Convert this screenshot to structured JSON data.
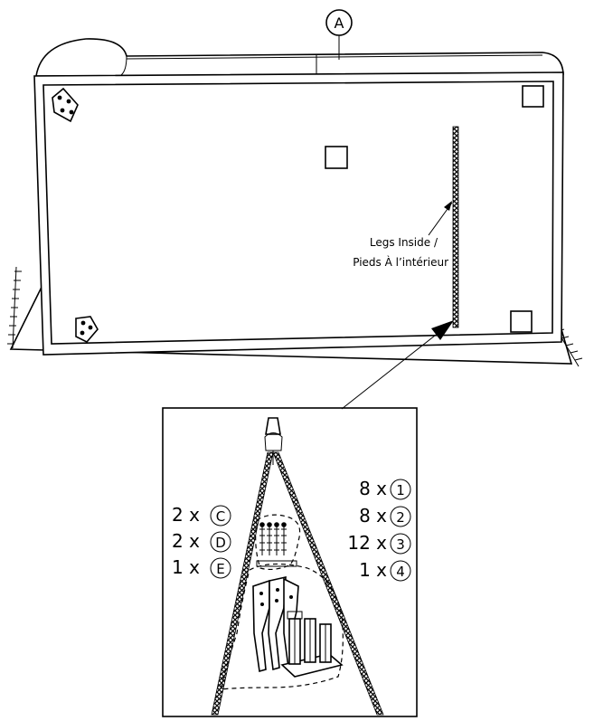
{
  "callout_a": "A",
  "note": {
    "line1": "Legs Inside /",
    "line2": "Pieds À l’intérieur"
  },
  "parts_left": [
    {
      "count": "2 x",
      "letter": "C"
    },
    {
      "count": "2 x",
      "letter": "D"
    },
    {
      "count": "1 x",
      "letter": "E"
    }
  ],
  "parts_right": [
    {
      "count": "8 x",
      "number": "1"
    },
    {
      "count": "8 x",
      "number": "2"
    },
    {
      "count": "12 x",
      "number": "3"
    },
    {
      "count": "1 x",
      "number": "4"
    }
  ]
}
